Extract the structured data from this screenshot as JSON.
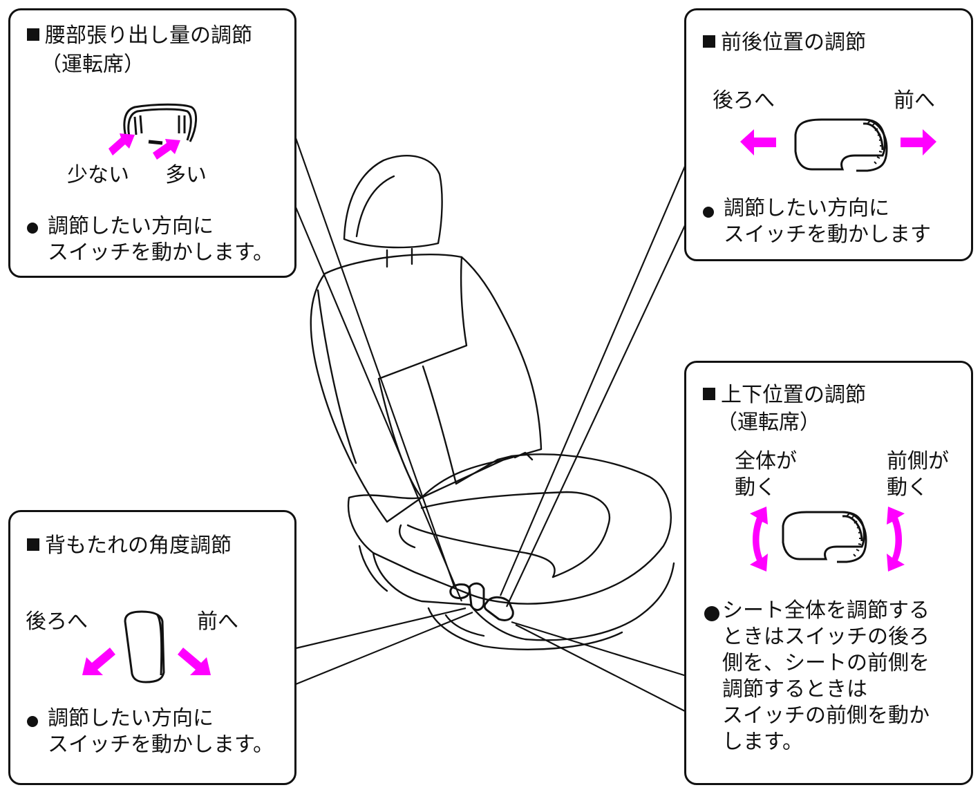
{
  "colors": {
    "accent": "#ff00ff",
    "line": "#111111",
    "background": "#ffffff"
  },
  "lumbar": {
    "title": "腰部張り出し量の調節",
    "subtitle": "（運転席）",
    "label_less": "少ない",
    "label_more": "多い",
    "bullet_text": "調節したい方向に\nスイッチを動かします。",
    "icon": "lumbar-switch-icon"
  },
  "slide": {
    "title": "前後位置の調節",
    "label_back": "後ろへ",
    "label_front": "前へ",
    "bullet_text": "調節したい方向に\nスイッチを動かします",
    "icon": "seat-slide-switch-icon"
  },
  "recline": {
    "title": "背もたれの角度調節",
    "label_back": "後ろへ",
    "label_front": "前へ",
    "bullet_text": "調節したい方向に\nスイッチを動かします。",
    "icon": "recline-switch-icon"
  },
  "height": {
    "title": "上下位置の調節",
    "subtitle": "（運転席）",
    "label_all_line1": "全体が",
    "label_all_line2": "動く",
    "label_front_line1": "前側が",
    "label_front_line2": "動く",
    "bullet_text": "シート全体を調節する\nときはスイッチの後ろ\n側を、シートの前側を\n調節するときは\nスイッチの前側を動か\nします。",
    "icon": "height-switch-icon"
  }
}
